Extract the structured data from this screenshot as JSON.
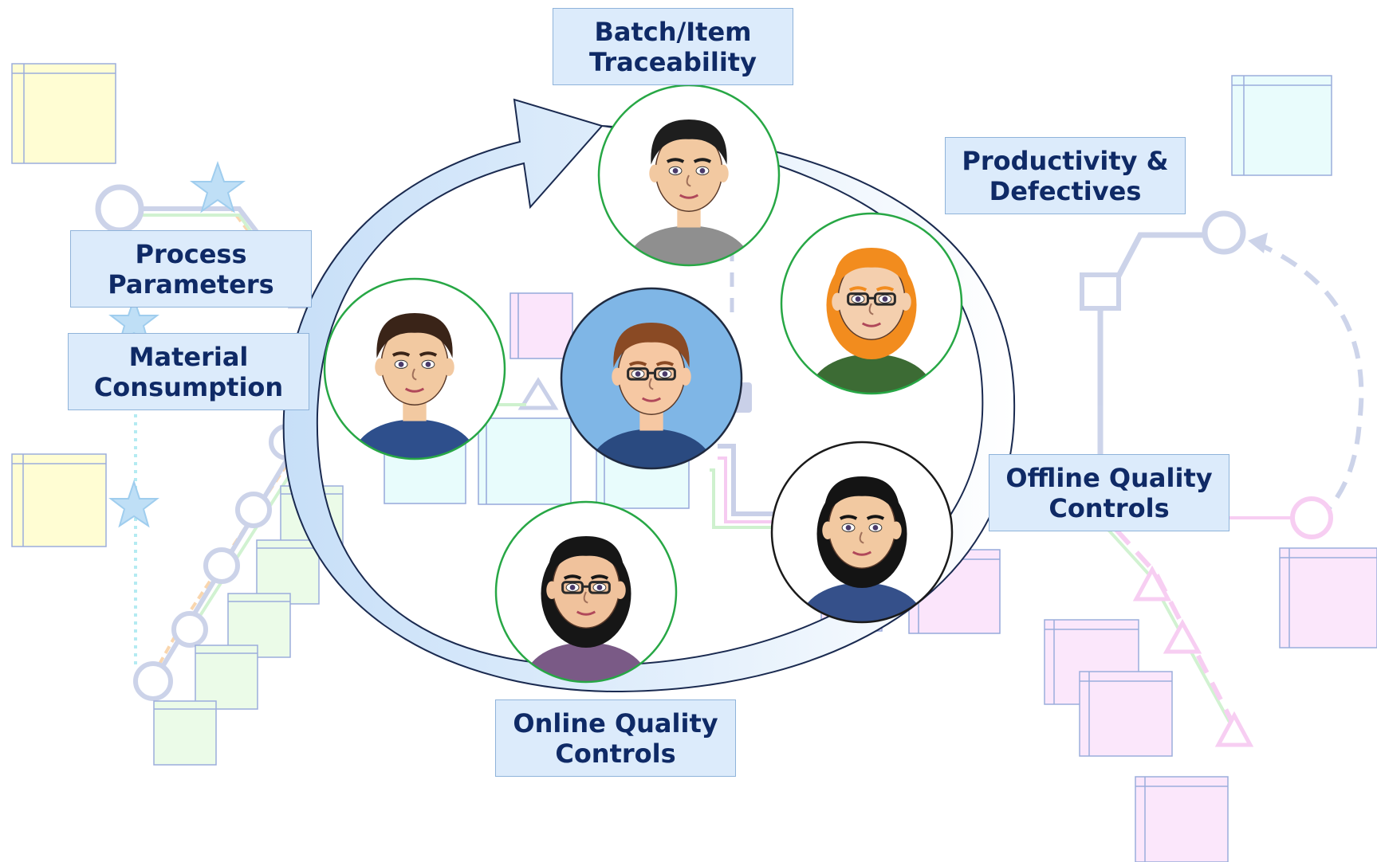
{
  "labels": {
    "traceability": [
      "Batch/Item",
      "Traceability"
    ],
    "productivity": [
      "Productivity &",
      "Defectives"
    ],
    "process": [
      "Process",
      "Parameters"
    ],
    "material": [
      "Material",
      "Consumption"
    ],
    "offline": [
      "Offline Quality",
      "Controls"
    ],
    "online": [
      "Online Quality",
      "Controls"
    ]
  },
  "people": [
    {
      "id": "top",
      "hair": "#1e1e1e",
      "skin": "#f2c9a1",
      "shirt": "#8f8f8f",
      "bg": "#ffffff",
      "ring": "#27a745",
      "glasses": false
    },
    {
      "id": "right-upper",
      "hair": "#f28c1e",
      "skin": "#f4cfae",
      "shirt": "#3c6b34",
      "bg": "#ffffff",
      "ring": "#27a745",
      "glasses": true
    },
    {
      "id": "left",
      "hair": "#3a2418",
      "skin": "#f2c9a1",
      "shirt": "#2e4f8c",
      "bg": "#ffffff",
      "ring": "#27a745",
      "glasses": false
    },
    {
      "id": "center",
      "hair": "#8a4a24",
      "skin": "#f6c8a3",
      "shirt": "#2a4a80",
      "bg": "#7fb6e6",
      "ring": "#1f2a40",
      "glasses": true
    },
    {
      "id": "right-lower",
      "hair": "#141414",
      "skin": "#f2c9a1",
      "shirt": "#35508a",
      "bg": "#ffffff",
      "ring": "#1a1a1a",
      "glasses": false
    },
    {
      "id": "bottom",
      "hair": "#161616",
      "skin": "#f0c29c",
      "shirt": "#7a5a86",
      "bg": "#ffffff",
      "ring": "#27a745",
      "glasses": true
    }
  ],
  "colors": {
    "arrow_fill": "#cfe4fb",
    "arrow_stroke": "#1a2a50",
    "label_bg": "#dcebfb",
    "label_text": "#0f2a66",
    "yellow_note": "#fffdcc",
    "green_note": "#e8fbe4",
    "pink_note": "#fbe3fb",
    "cyan_note": "#e6fcfc"
  }
}
